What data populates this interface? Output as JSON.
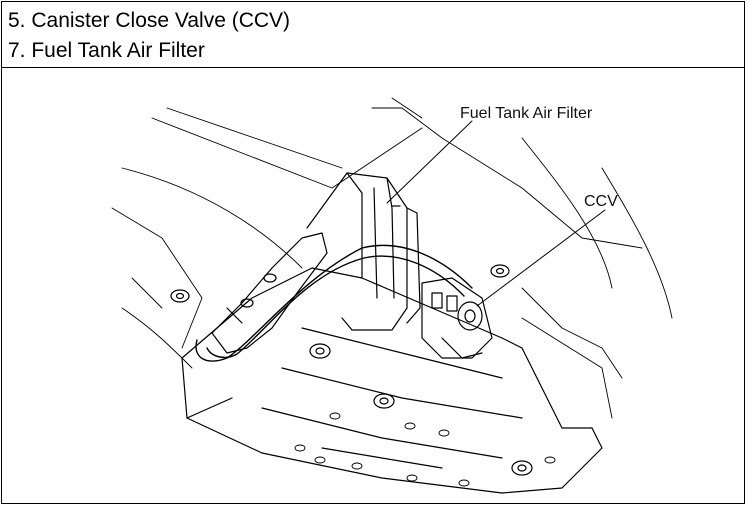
{
  "header": {
    "lines": [
      "5. Canister Close Valve (CCV)",
      "7. Fuel Tank Air Filter"
    ]
  },
  "figure": {
    "callouts": {
      "air_filter": "Fuel Tank Air Filter",
      "ccv": "CCV"
    }
  },
  "colors": {
    "line": "#000000",
    "background": "#ffffff"
  }
}
